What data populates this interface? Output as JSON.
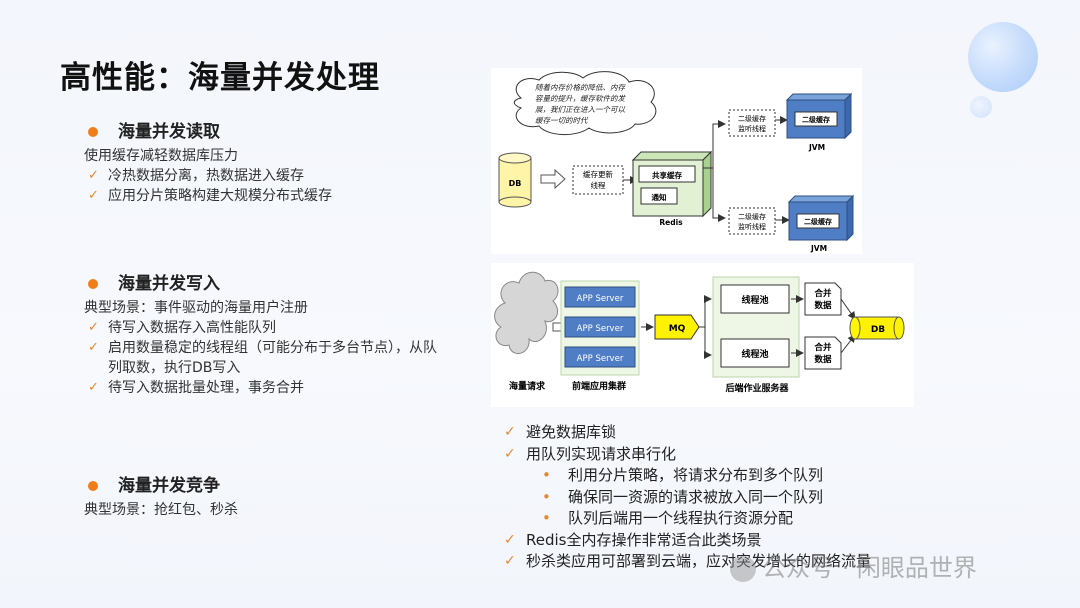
{
  "title": "高性能：海量并发处理",
  "section_read": {
    "heading": "海量并发读取",
    "subtitle": "使用缓存减轻数据库压力",
    "items": [
      "冷热数据分离，热数据进入缓存",
      "应用分片策略构建大规模分布式缓存"
    ]
  },
  "section_write": {
    "heading": "海量并发写入",
    "subtitle": "典型场景：事件驱动的海量用户注册",
    "items": [
      "待写入数据存入高性能队列",
      "启用数量稳定的线程组（可能分布于多台节点），从队列取数，执行DB写入",
      "待写入数据批量处理，事务合并"
    ]
  },
  "section_contend": {
    "heading": "海量并发竞争",
    "subtitle": "典型场景：抢红包、秒杀"
  },
  "diagram1": {
    "cloud_text": [
      "随着内存价格的降低、内存",
      "容量的提升，缓存软件的发",
      "展，我们正在进入一个可以",
      "缓存一切的时代"
    ],
    "db": "DB",
    "cache_update": [
      "缓存更新",
      "线程"
    ],
    "shared_cache": "共享缓存",
    "notify": "通知",
    "redis": "Redis",
    "monitor_top": [
      "二级缓存",
      "监听线程"
    ],
    "monitor_bottom": [
      "二级缓存",
      "监听线程"
    ],
    "l2_top": "二级缓存",
    "l2_bottom": "二级缓存",
    "jvm_top": "JVM",
    "jvm_bottom": "JVM"
  },
  "diagram2": {
    "cloud_label": "海量请求",
    "app_servers": [
      "APP Server",
      "APP Server",
      "APP Server"
    ],
    "front_label": "前端应用集群",
    "mq": "MQ",
    "pools": [
      "线程池",
      "线程池"
    ],
    "back_label": "后端作业服务器",
    "merge_top": [
      "合并",
      "数据"
    ],
    "merge_bottom": [
      "合并",
      "数据"
    ],
    "db": "DB"
  },
  "right_list": {
    "item1": "避免数据库锁",
    "item2": "用队列实现请求串行化",
    "bullets": [
      "利用分片策略，将请求分布到多个队列",
      "确保同一资源的请求被放入同一个队列",
      "队列后端用一个线程执行资源分配"
    ],
    "item3": "Redis全内存操作非常适合此类场景",
    "item4": "秒杀类应用可部署到云端，应对突发增长的网络流量"
  },
  "watermark": "公众号 · 闲眼品世界",
  "colors": {
    "accent_orange": "#f07d1a",
    "check_orange": "#e8882d",
    "box_blue": "#4f7ec7",
    "panel_green": "#eef6e6"
  }
}
